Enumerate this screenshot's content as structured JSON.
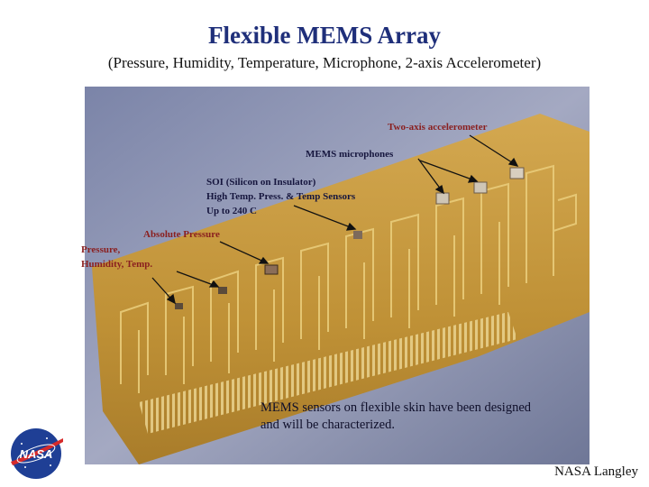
{
  "slide": {
    "title": "Flexible MEMS Array",
    "subtitle": "(Pressure, Humidity, Temperature, Microphone, 2-axis Accelerometer)",
    "labels": {
      "two_axis_accelerometer": "Two-axis accelerometer",
      "mems_microphones": "MEMS microphones",
      "soi_line1": "SOI (Silicon on Insulator)",
      "soi_line2": "High Temp. Press. & Temp Sensors",
      "soi_line3": "Up to 240 C",
      "absolute_pressure": "Absolute Pressure",
      "pressure_humidity_line1": "Pressure,",
      "pressure_humidity_line2": "Humidity, Temp."
    },
    "caption_line1": "MEMS sensors on flexible  skin have been designed",
    "caption_line2": "and will be characterized.",
    "footer": "NASA Langley",
    "logo_text": "NASA"
  },
  "colors": {
    "title": "#1f2f7a",
    "label_red": "#8a1f1f",
    "flex_polyimide": "#c79a3a",
    "copper_traces": "#e2c06a",
    "background_photo": "#8f96b2",
    "nasa_blue": "#1f3f95",
    "nasa_red": "#d62a2a"
  },
  "icons": {
    "logo": "nasa-meatball-logo"
  }
}
